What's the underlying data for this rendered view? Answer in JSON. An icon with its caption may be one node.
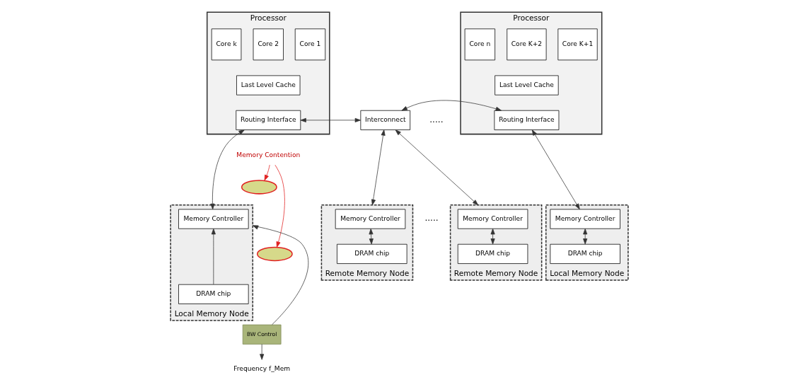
{
  "diagram": {
    "nodes": [
      {
        "text": [
          "Processor"
        ]
      },
      {
        "text": [
          "Core 1"
        ],
        "in": 0
      },
      {
        "text": [
          "Core 2"
        ],
        "in": 0
      },
      {
        "text": [
          "Core k"
        ],
        "in": 0
      },
      {
        "text": [
          "Last Level Cache"
        ],
        "in": 0
      },
      {
        "text": [
          "Routing Interface"
        ],
        "in": 0
      },
      {
        "text": [
          "Interconnect"
        ]
      },
      {
        "text": [
          "Processor"
        ]
      },
      {
        "text": [
          "Core K+1"
        ],
        "in": 7
      },
      {
        "text": [
          "Core K+2"
        ],
        "in": 7
      },
      {
        "text": [
          "Core n"
        ],
        "in": 7
      },
      {
        "text": [
          "Last Level Cache"
        ],
        "in": 7
      },
      {
        "text": [
          "Routing Interface"
        ],
        "in": 7
      },
      {
        "text": [
          "Local Memory Node"
        ]
      },
      {
        "text": [
          "Memory Controller"
        ],
        "in": 13
      },
      {
        "text": [
          "DRAM chip"
        ],
        "in": 13
      },
      {
        "text": [
          "Remote Memory Node"
        ]
      },
      {
        "text": [
          "Memory Controller"
        ],
        "in": 16
      },
      {
        "text": [
          "DRAM chip"
        ],
        "in": 16
      },
      {
        "text": [
          "Remote Memory Node"
        ]
      },
      {
        "text": [
          "Memory Controller"
        ],
        "in": 19
      },
      {
        "text": [
          "DRAM chip"
        ],
        "in": 19
      },
      {
        "text": [
          "Local Memory Node"
        ]
      },
      {
        "text": [
          "Memory Controller"
        ],
        "in": 22
      },
      {
        "text": [
          "DRAM chip"
        ],
        "in": 22
      },
      {
        "text": [
          "Memory Contention"
        ]
      },
      {
        "text": [],
        "shape": "ellipse"
      },
      {
        "text": [],
        "shape": "ellipse"
      },
      {
        "text": [
          "BW Control"
        ]
      },
      {
        "text": [
          "Frequency f_Mem"
        ]
      }
    ],
    "edges": [
      {
        "from": 5,
        "to": 6,
        "arrow": "both"
      },
      {
        "from": 6,
        "to": 12,
        "arrow": "both"
      },
      {
        "from": 6,
        "to": 16,
        "arrow": "both"
      },
      {
        "from": 6,
        "to": 19,
        "arrow": "both"
      },
      {
        "from": 5,
        "to": 14,
        "arrow": "both"
      },
      {
        "from": 15,
        "to": 14,
        "arrow": "to"
      },
      {
        "from": 17,
        "to": 18,
        "arrow": "both"
      },
      {
        "from": 20,
        "to": 21,
        "arrow": "both"
      },
      {
        "from": 12,
        "to": 23,
        "arrow": "both"
      },
      {
        "from": 23,
        "to": 24,
        "arrow": "both"
      },
      {
        "from": 25,
        "to": 26,
        "arrow": "to",
        "color": "#e02020"
      },
      {
        "from": 25,
        "to": 27,
        "arrow": "to",
        "color": "#e02020"
      },
      {
        "from": 28,
        "to": 29,
        "arrow": "to"
      },
      {
        "from": 28,
        "to": 13,
        "arrow": "to"
      }
    ],
    "labels": [
      ".....",
      "....."
    ]
  }
}
